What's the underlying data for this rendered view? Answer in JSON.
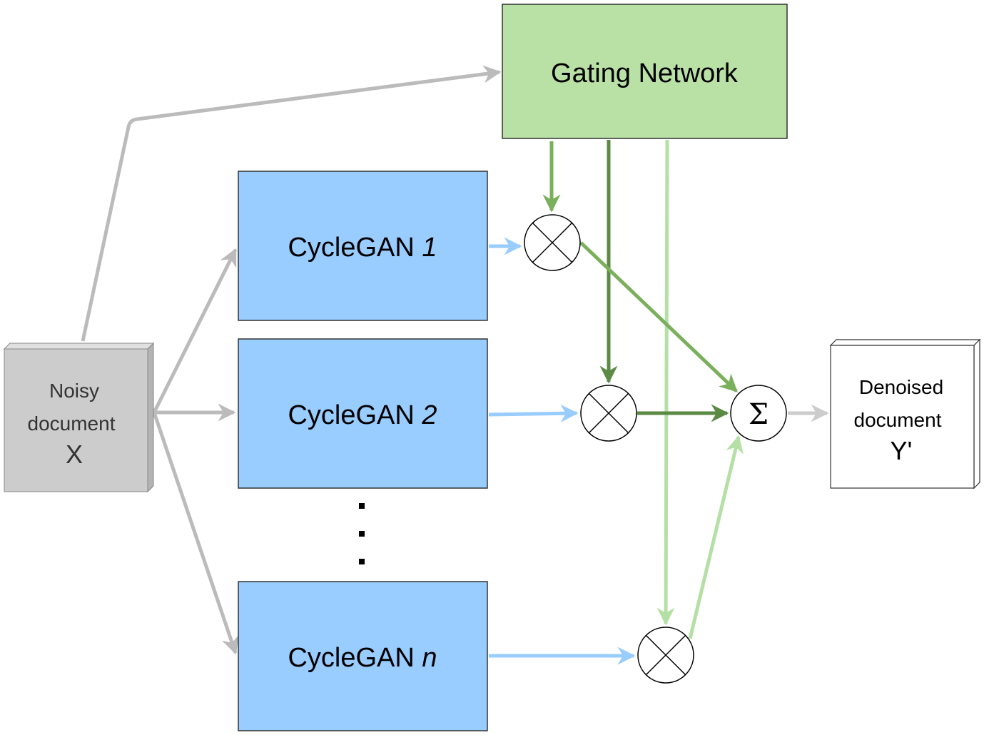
{
  "colors": {
    "gate_fill": "#b9e0a5",
    "expert_fill": "#99ccff",
    "input_fill": "#cccccc",
    "gray_arrow": "#bbbbbb",
    "blue_arrow": "#99ccff",
    "green1": "#7aaf5c",
    "green2": "#5b8a45",
    "green3": "#b5e0a5"
  },
  "gating": {
    "label": "Gating Network"
  },
  "experts": [
    {
      "prefix": "CycleGAN ",
      "suffix": "1"
    },
    {
      "prefix": "CycleGAN ",
      "suffix": "2"
    },
    {
      "prefix": "CycleGAN ",
      "suffix": "n"
    }
  ],
  "input": {
    "line1": "Noisy",
    "line2": "document",
    "symbol": "X"
  },
  "output": {
    "line1": "Denoised",
    "line2": "document",
    "symbol": "Y'"
  },
  "sum_symbol": "Σ",
  "icons": {
    "multiply": "circled-times-icon",
    "sum": "sigma-icon",
    "ellipsis": "vertical-dots-icon"
  }
}
